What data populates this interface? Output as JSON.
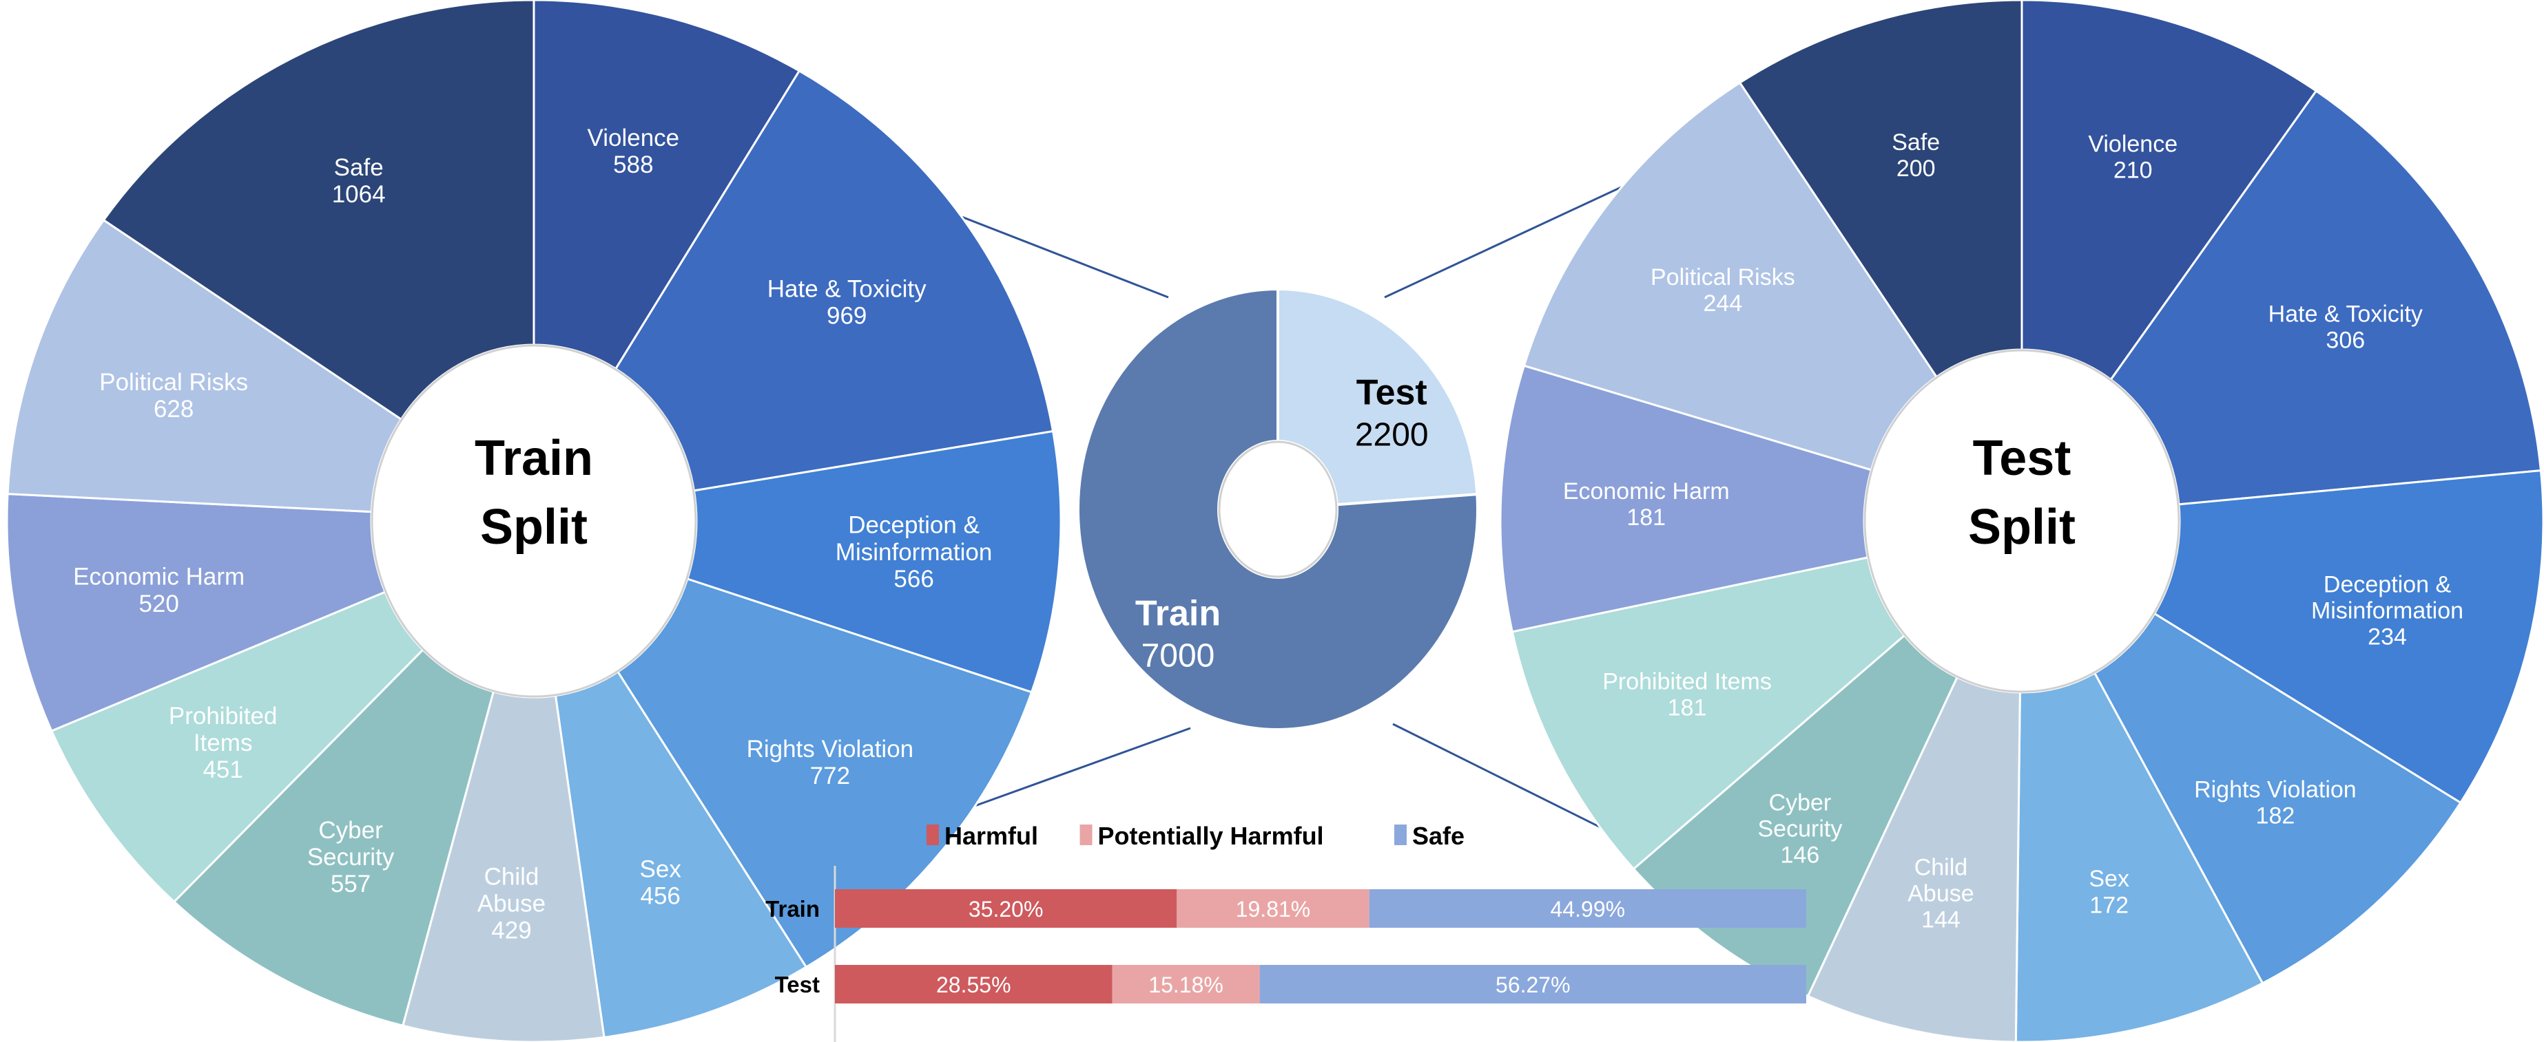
{
  "chart_data": [
    {
      "type": "pie",
      "title": "Train Split",
      "hub_line1": "Train",
      "hub_line2": "Split",
      "legend": "none",
      "categories": [
        "Violence",
        "Hate & Toxicity",
        "Deception & Misinformation",
        "Rights Violation",
        "Sex",
        "Child Abuse",
        "Cyber Security",
        "Prohibited Items",
        "Economic Harm",
        "Political Risks",
        "Safe"
      ],
      "values": [
        588,
        969,
        566,
        772,
        456,
        429,
        557,
        451,
        520,
        628,
        1064
      ],
      "colors": [
        "#33539E",
        "#3D6BC0",
        "#4180D4",
        "#5B9BDE",
        "#77B3E5",
        "#BCCEDE",
        "#8EC0C2",
        "#ADDCDA",
        "#8BA0D8",
        "#AFC3E5",
        "#2C4578"
      ],
      "total": 7000
    },
    {
      "type": "pie",
      "title": "Overall Split",
      "hub_line1": "",
      "hub_line2": "",
      "categories": [
        "Train",
        "Test"
      ],
      "values": [
        7000,
        2200
      ],
      "colors": [
        "#5B7BAE",
        "#C5DCF2"
      ],
      "label_colors": [
        "#ffffff",
        "#000000"
      ]
    },
    {
      "type": "pie",
      "title": "Test Split",
      "hub_line1": "Test",
      "hub_line2": "Split",
      "categories": [
        "Violence",
        "Hate & Toxicity",
        "Deception & Misinformation",
        "Rights Violation",
        "Sex",
        "Child Abuse",
        "Cyber Security",
        "Prohibited Items",
        "Economic Harm",
        "Political Risks",
        "Safe"
      ],
      "values": [
        210,
        306,
        234,
        182,
        172,
        144,
        146,
        181,
        181,
        244,
        200
      ],
      "colors": [
        "#33539E",
        "#3D6BC0",
        "#4180D4",
        "#5B9BDE",
        "#77B3E5",
        "#BCCEDE",
        "#8EC0C2",
        "#ADDCDA",
        "#8BA0D8",
        "#AFC3E5",
        "#2C4578"
      ],
      "total": 2200
    },
    {
      "type": "bar",
      "orientation": "horizontal",
      "stacked": true,
      "title": "",
      "xlabel": "",
      "ylabel": "",
      "categories": [
        "Train",
        "Test"
      ],
      "series": [
        {
          "name": "Harmful",
          "color": "#CE5A5D",
          "values": [
            35.2,
            28.55
          ],
          "labels": [
            "35.20%",
            "28.55%"
          ]
        },
        {
          "name": "Potentially Harmful",
          "color": "#E9A5A5",
          "values": [
            19.81,
            15.18
          ],
          "labels": [
            "19.81%",
            "15.18%"
          ]
        },
        {
          "name": "Safe",
          "color": "#8BA8DC",
          "values": [
            44.99,
            56.27
          ],
          "labels": [
            "44.99%",
            "56.27%"
          ]
        }
      ],
      "xlim": [
        0,
        100
      ],
      "grid": false,
      "legend_position": "top"
    }
  ],
  "train_donut": {
    "hub_line1": "Train",
    "hub_line2": "Split",
    "segments": [
      {
        "name": "Violence",
        "value": "588",
        "color": "#33539E"
      },
      {
        "name": "Hate & Toxicity",
        "value": "969",
        "color": "#3D6BC0"
      },
      {
        "name": "Deception &|Misinformation",
        "value": "566",
        "color": "#4180D4"
      },
      {
        "name": "Rights Violation",
        "value": "772",
        "color": "#5B9BDE"
      },
      {
        "name": "Sex",
        "value": "456",
        "color": "#77B3E5"
      },
      {
        "name": "Child|Abuse",
        "value": "429",
        "color": "#BCCEDE"
      },
      {
        "name": "Cyber|Security",
        "value": "557",
        "color": "#8EC0C2"
      },
      {
        "name": "Prohibited|Items",
        "value": "451",
        "color": "#ADDCDA"
      },
      {
        "name": "Economic Harm",
        "value": "520",
        "color": "#8BA0D8"
      },
      {
        "name": "Political Risks",
        "value": "628",
        "color": "#AFC3E5"
      },
      {
        "name": "Safe",
        "value": "1064",
        "color": "#2C4578"
      }
    ]
  },
  "test_donut": {
    "hub_line1": "Test",
    "hub_line2": "Split",
    "segments": [
      {
        "name": "Violence",
        "value": "210",
        "color": "#33539E"
      },
      {
        "name": "Hate & Toxicity",
        "value": "306",
        "color": "#3D6BC0"
      },
      {
        "name": "Deception &|Misinformation",
        "value": "234",
        "color": "#4180D4"
      },
      {
        "name": "Rights Violation",
        "value": "182",
        "color": "#5B9BDE"
      },
      {
        "name": "Sex",
        "value": "172",
        "color": "#77B3E5"
      },
      {
        "name": "Child|Abuse",
        "value": "144",
        "color": "#BCCEDE"
      },
      {
        "name": "Cyber|Security",
        "value": "146",
        "color": "#8EC0C2"
      },
      {
        "name": "Prohibited Items",
        "value": "181",
        "color": "#ADDCDA"
      },
      {
        "name": "Economic Harm",
        "value": "181",
        "color": "#8BA0D8"
      },
      {
        "name": "Political Risks",
        "value": "244",
        "color": "#AFC3E5"
      },
      {
        "name": "Safe",
        "value": "200",
        "color": "#2C4578"
      }
    ]
  },
  "center_donut": {
    "segments": [
      {
        "name": "Train",
        "value": "7000",
        "color": "#5B7BAE",
        "text_color": "#ffffff"
      },
      {
        "name": "Test",
        "value": "2200",
        "color": "#C5DCF2",
        "text_color": "#000000"
      }
    ]
  },
  "bar_chart": {
    "legend": [
      {
        "label": "Harmful",
        "color": "#CE5A5D"
      },
      {
        "label": "Potentially Harmful",
        "color": "#E9A5A5"
      },
      {
        "label": "Safe",
        "color": "#8BA8DC"
      }
    ],
    "rows": [
      {
        "category": "Train",
        "cells": [
          {
            "label": "35.20%",
            "value": 35.2,
            "color": "#CE5A5D"
          },
          {
            "label": "19.81%",
            "value": 19.81,
            "color": "#E9A5A5"
          },
          {
            "label": "44.99%",
            "value": 44.99,
            "color": "#8BA8DC"
          }
        ]
      },
      {
        "category": "Test",
        "cells": [
          {
            "label": "28.55%",
            "value": 28.55,
            "color": "#CE5A5D"
          },
          {
            "label": "15.18%",
            "value": 15.18,
            "color": "#E9A5A5"
          },
          {
            "label": "56.27%",
            "value": 56.27,
            "color": "#8BA8DC"
          }
        ]
      }
    ]
  }
}
